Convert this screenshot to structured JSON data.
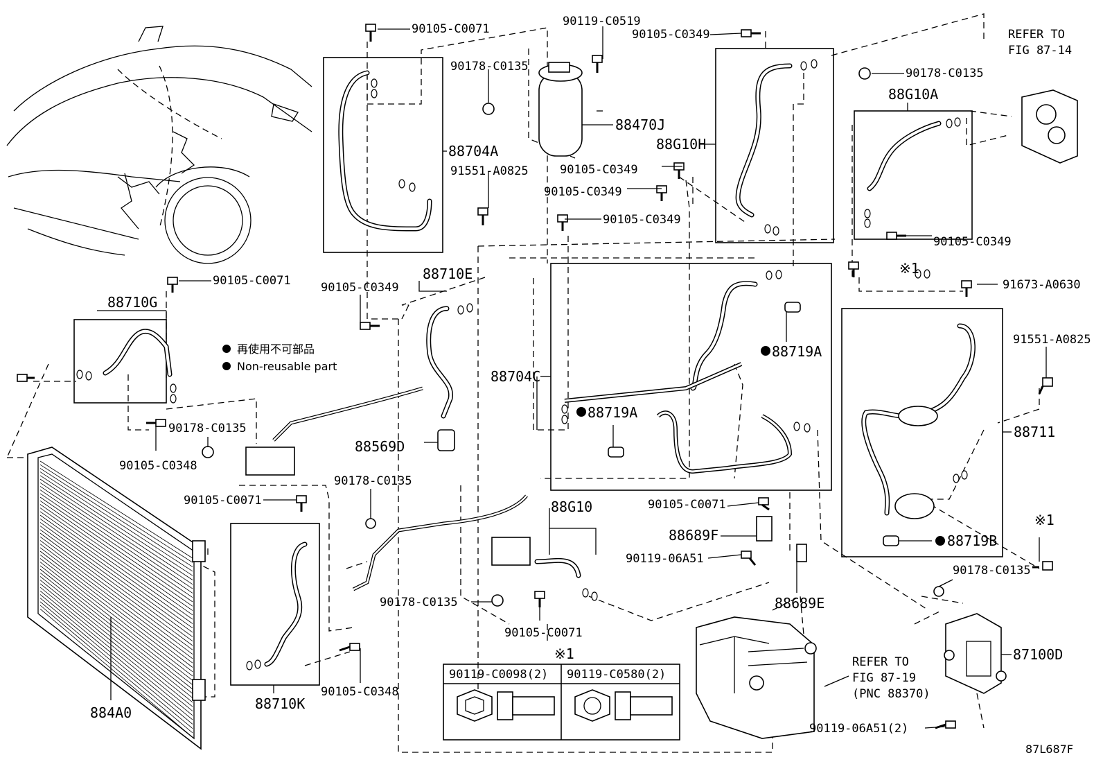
{
  "diagram_code": "87L687F",
  "legend": {
    "jp": "再使用不可部品",
    "en": "Non-reusable part"
  },
  "refer_fig_87_14": {
    "line1": "REFER TO",
    "line2": "FIG 87-14"
  },
  "refer_fig_87_19": {
    "line1": "REFER TO",
    "line2": "FIG 87-19",
    "line3": "(PNC 88370)"
  },
  "table": {
    "note": "※1",
    "col1": "90119-C0098(2)",
    "col2": "90119-C0580(2)"
  },
  "labels": {
    "p90105_C0071_a": "90105-C0071",
    "p90119_C0519": "90119-C0519",
    "p90105_C0349_a": "90105-C0349",
    "p90178_C0135_a": "90178-C0135",
    "p88470J": "88470J",
    "p88704A": "88704A",
    "p91551_A0825_a": "91551-A0825",
    "p90105_C0349_b": "90105-C0349",
    "p90105_C0349_c": "90105-C0349",
    "p90105_C0349_d": "90105-C0349",
    "p88G10H": "88G10H",
    "p90178_C0135_b": "90178-C0135",
    "p88G10A": "88G10A",
    "p90105_C0349_e": "90105-C0349",
    "p90105_C0071_b": "90105-C0071",
    "p88710G": "88710G",
    "p88710E": "88710E",
    "p90105_C0349_f": "90105-C0349",
    "p88704C": "88704C",
    "p88719A_a": "88719A",
    "p88719A_b": "88719A",
    "p88569D": "88569D",
    "note1_a": "※1",
    "p91673_A0630": "91673-A0630",
    "p91551_A0825_b": "91551-A0825",
    "p88711": "88711",
    "p90178_C0135_c": "90178-C0135",
    "p90105_C0348_a": "90105-C0348",
    "p90105_C0071_c": "90105-C0071",
    "p90178_C0135_d": "90178-C0135",
    "p88G10": "88G10",
    "p90105_C0071_d": "90105-C0071",
    "p88689F": "88689F",
    "p90119_06A51": "90119-06A51",
    "p88719B": "88719B",
    "note1_b": "※1",
    "p90178_C0135_e": "90178-C0135",
    "p88689E": "88689E",
    "p90178_C0135_f": "90178-C0135",
    "p90105_C0071_e": "90105-C0071",
    "p87100D": "87100D",
    "p884A0": "884A0",
    "p88710K": "88710K",
    "p90105_C0348_b": "90105-C0348",
    "p90119_06A51_2": "90119-06A51(2)"
  }
}
